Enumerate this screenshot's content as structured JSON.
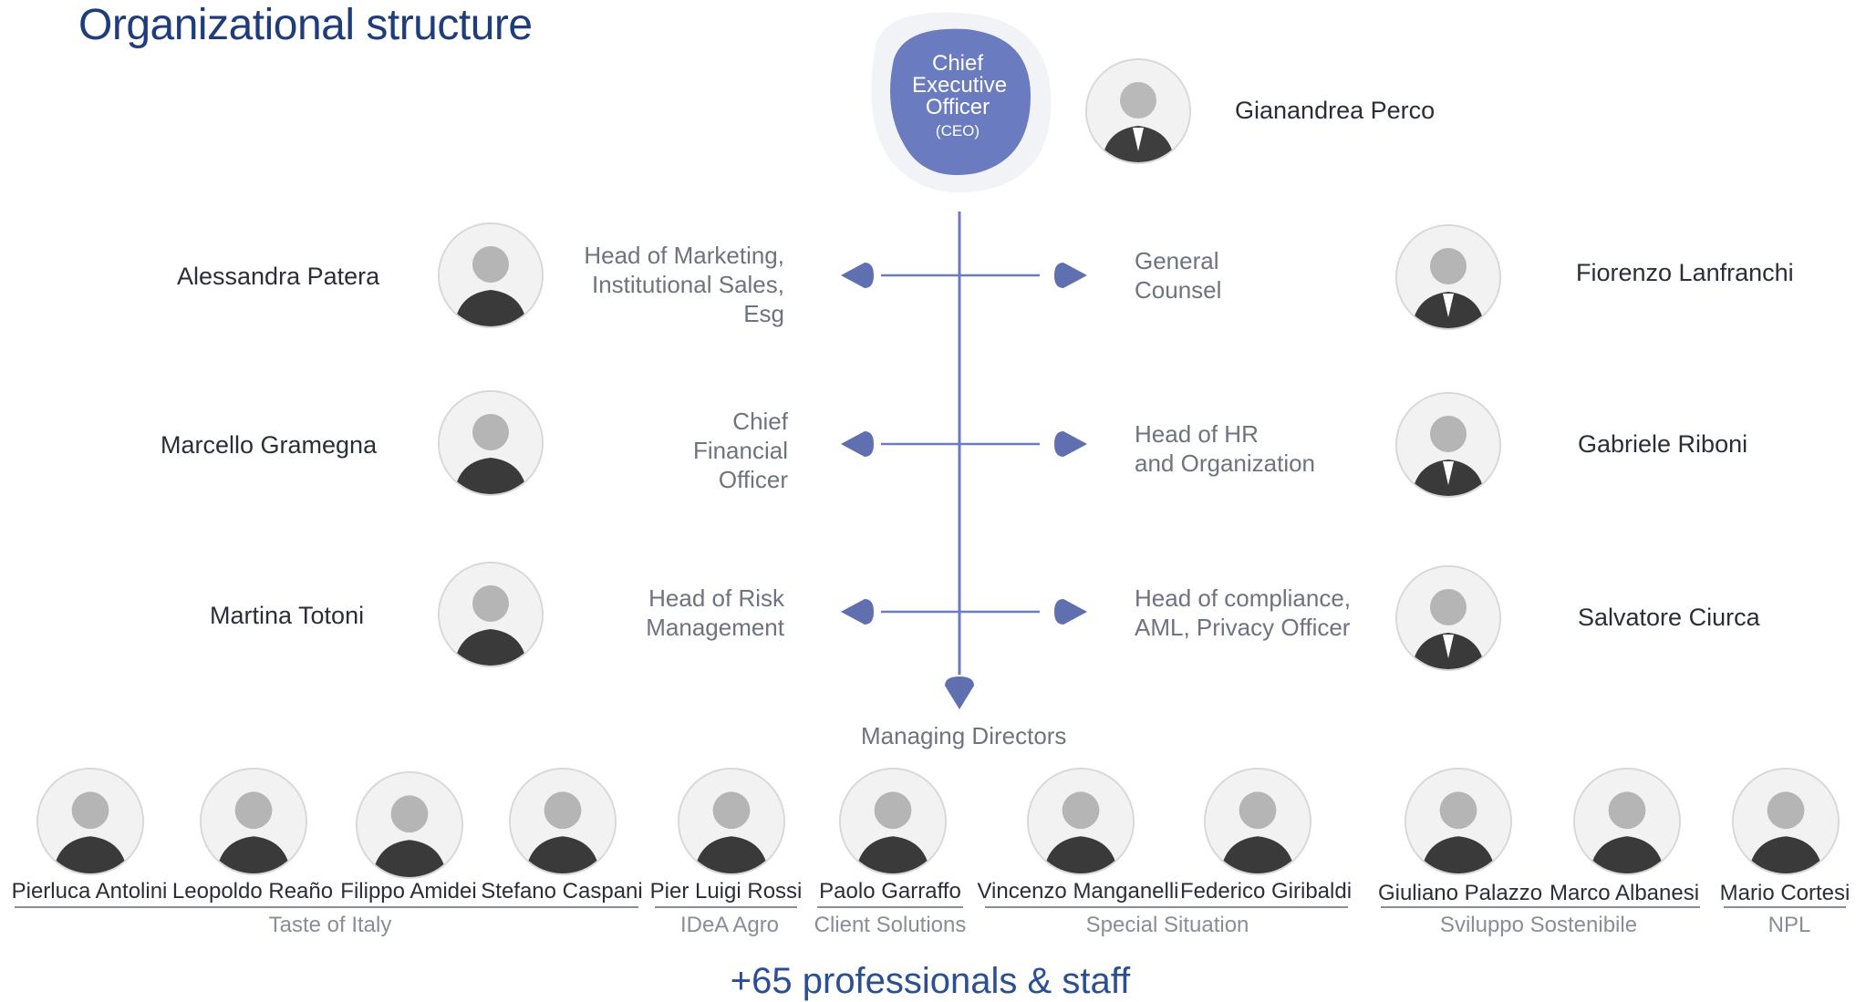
{
  "title": "Organizational structure",
  "ceo": {
    "role_lines": [
      "Chief",
      "Executive",
      "Officer"
    ],
    "role_abbr": "(CEO)",
    "name": "Gianandrea Perco"
  },
  "left_column": [
    {
      "name": "Alessandra Patera",
      "role_lines": [
        "Head of Marketing,",
        "Institutional Sales,",
        "Esg"
      ]
    },
    {
      "name": "Marcello Gramegna",
      "role_lines": [
        "Chief",
        "Financial",
        "Officer"
      ]
    },
    {
      "name": "Martina Totoni",
      "role_lines": [
        "Head of Risk",
        "Management"
      ]
    }
  ],
  "right_column": [
    {
      "name": "Fiorenzo Lanfranchi",
      "role_lines": [
        "General",
        "Counsel"
      ]
    },
    {
      "name": "Gabriele Riboni",
      "role_lines": [
        "Head of HR",
        "and Organization"
      ]
    },
    {
      "name": "Salvatore Ciurca",
      "role_lines": [
        "Head of compliance,",
        "AML, Privacy Officer"
      ]
    }
  ],
  "managing_directors_label": "Managing Directors",
  "managing_directors": [
    {
      "name": "Pierluca Antolini"
    },
    {
      "name": "Leopoldo Reaño"
    },
    {
      "name": "Filippo Amidei"
    },
    {
      "name": "Stefano Caspani"
    },
    {
      "name": "Pier Luigi Rossi"
    },
    {
      "name": "Paolo Garraffo"
    },
    {
      "name": "Vincenzo Manganelli"
    },
    {
      "name": "Federico Giribaldi"
    },
    {
      "name": "Giuliano Palazzo"
    },
    {
      "name": "Marco Albanesi"
    },
    {
      "name": "Mario Cortesi"
    }
  ],
  "groups": [
    {
      "label": "Taste of Italy"
    },
    {
      "label": "IDeA Agro"
    },
    {
      "label": "Client Solutions"
    },
    {
      "label": "Special Situation"
    },
    {
      "label": "Sviluppo Sostenibile"
    },
    {
      "label": "NPL"
    }
  ],
  "footer": "+65 professionals & staff",
  "colors": {
    "title": "#1f3d7a",
    "accent": "#6b7bbf",
    "connector": "#5f6fb0",
    "footer": "#2a4f93"
  }
}
